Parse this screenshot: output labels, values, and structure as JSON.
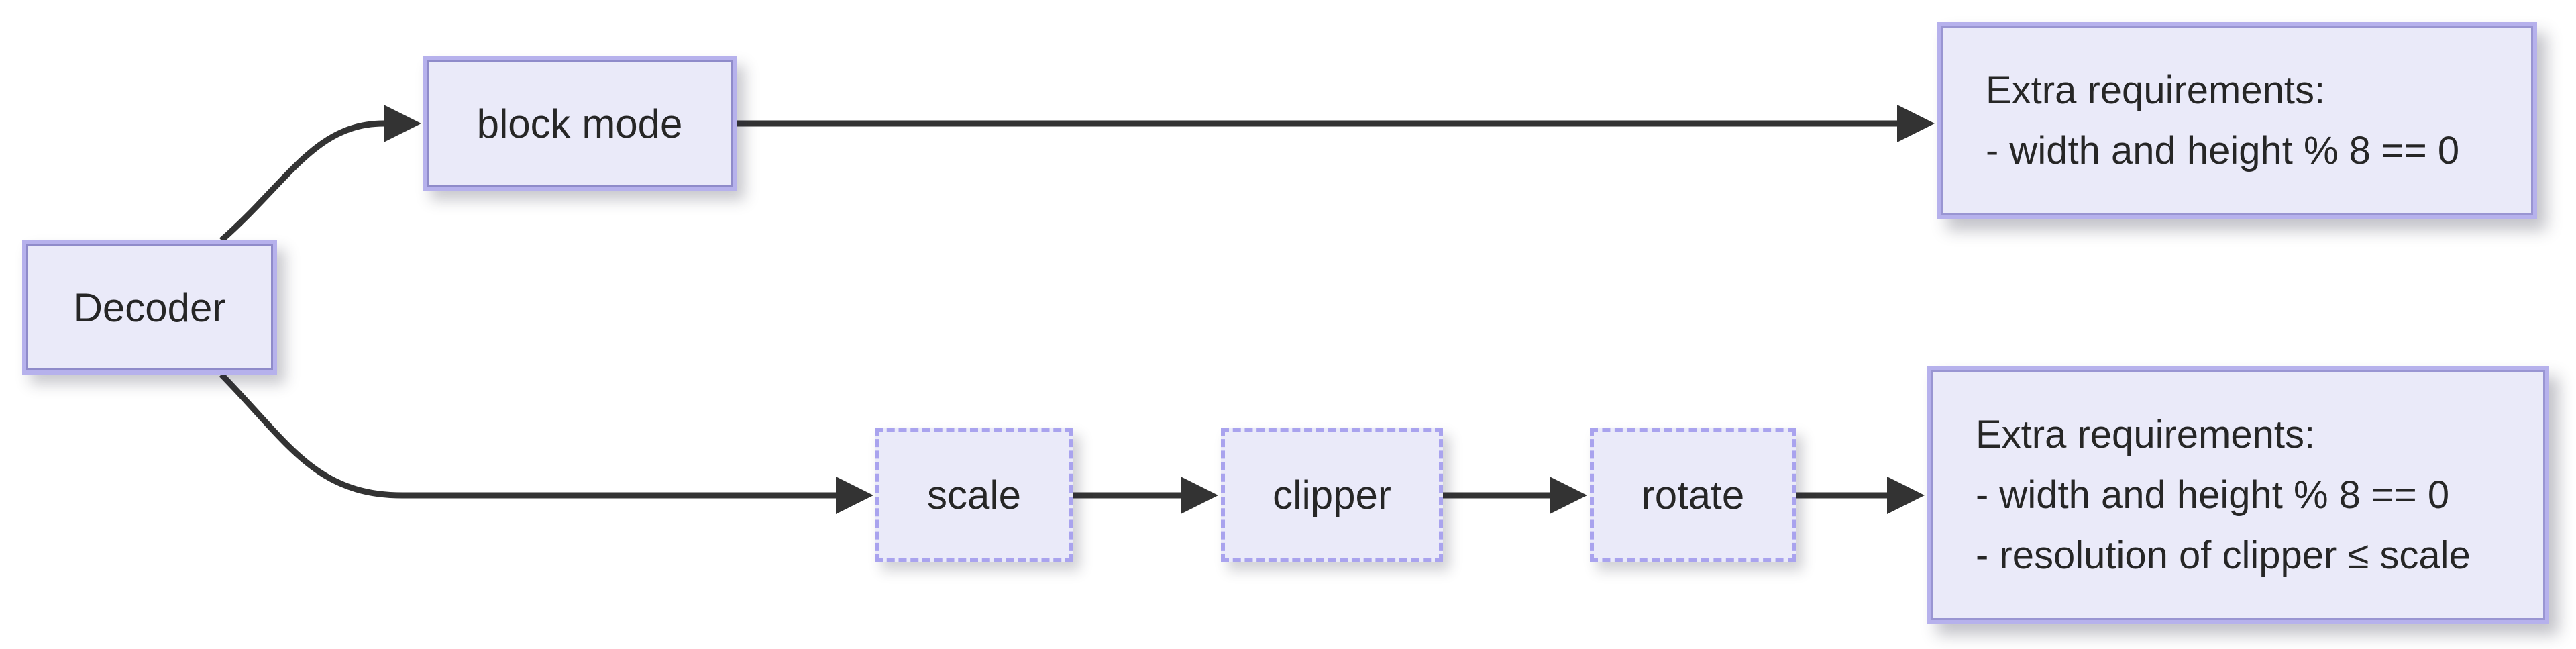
{
  "page": {
    "background": "#ffffff"
  },
  "diagram": {
    "nodes": {
      "decoder": {
        "label": "Decoder"
      },
      "block_mode": {
        "label": "block mode"
      },
      "scale": {
        "label": "scale"
      },
      "clipper": {
        "label": "clipper"
      },
      "rotate": {
        "label": "rotate"
      }
    },
    "requirements_top": {
      "title": "Extra requirements:",
      "items": [
        "- width and height % 8 == 0"
      ]
    },
    "requirements_bottom": {
      "title": "Extra requirements:",
      "items": [
        "- width and height % 8 == 0",
        "- resolution of clipper ≤ scale"
      ]
    },
    "colors": {
      "node_fill": "#eaeaf9",
      "node_border": "#b6b1ec",
      "node_border_inner": "#8f8bca",
      "dashed_border": "#a9a3ee",
      "arrow": "#333333",
      "text": "#262626"
    }
  }
}
